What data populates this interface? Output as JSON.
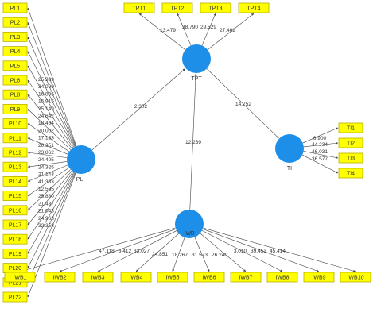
{
  "constructs": {
    "PL": {
      "label": "PL"
    },
    "TPT": {
      "label": "TPT"
    },
    "TI": {
      "label": "TI"
    },
    "IWB": {
      "label": "IWB"
    }
  },
  "structural_paths": [
    {
      "id": "pl-tpt",
      "from": "PL",
      "to": "TPT",
      "weight": "2.302"
    },
    {
      "id": "iwb-tpt",
      "from": "IWB",
      "to": "TPT",
      "weight": "12.239"
    },
    {
      "id": "tpt-ti",
      "from": "TPT",
      "to": "TI",
      "weight": "14.752"
    }
  ],
  "indicators": {
    "PL": [
      {
        "label": "PL1",
        "weight": ""
      },
      {
        "label": "PL2",
        "weight": ""
      },
      {
        "label": "PL3",
        "weight": ""
      },
      {
        "label": "PL4",
        "weight": ""
      },
      {
        "label": "PL5",
        "weight": "25.389"
      },
      {
        "label": "PL6",
        "weight": "34.099"
      },
      {
        "label": "PL8",
        "weight": "16.836"
      },
      {
        "label": "PL9",
        "weight": "15.915"
      },
      {
        "label": "PL10",
        "weight": "25.149"
      },
      {
        "label": "PL11",
        "weight": "24.642"
      },
      {
        "label": "PL12",
        "weight": "18.464"
      },
      {
        "label": "PL13",
        "weight": "20.002"
      },
      {
        "label": "PL14",
        "weight": "17.183"
      },
      {
        "label": "PL15",
        "weight": "20.351"
      },
      {
        "label": "PL16",
        "weight": "23.862"
      },
      {
        "label": "PL17",
        "weight": "24.405"
      },
      {
        "label": "PL18",
        "weight": "24.325"
      },
      {
        "label": "PL19",
        "weight": "21.143"
      },
      {
        "label": "PL20",
        "weight": "41.383"
      },
      {
        "label": "PL21",
        "weight": "12.535"
      },
      {
        "label": "PL22",
        "weight": "25.880"
      }
    ],
    "PL_extra_weights": [
      "21.437",
      "21.043",
      "24.963",
      "32.358"
    ],
    "TPT": [
      {
        "label": "TPT1",
        "weight": "13.479"
      },
      {
        "label": "TPT2",
        "weight": "38.790"
      },
      {
        "label": "TPT3",
        "weight": "29.529"
      },
      {
        "label": "TPT4",
        "weight": "27.462"
      }
    ],
    "TI": [
      {
        "label": "TI1",
        "weight": "6.900"
      },
      {
        "label": "TI2",
        "weight": "44.234"
      },
      {
        "label": "TI3",
        "weight": "46.031"
      },
      {
        "label": "TI4",
        "weight": "36.577"
      }
    ],
    "IWB": [
      {
        "label": "IWB1",
        "weight": "47.118"
      },
      {
        "label": "IWB2",
        "weight": "3.412"
      },
      {
        "label": "IWB3",
        "weight": "33.027"
      },
      {
        "label": "IWB4",
        "weight": "24.851"
      },
      {
        "label": "IWB5",
        "weight": "18.267"
      },
      {
        "label": "IWB6",
        "weight": "31.573"
      },
      {
        "label": "IWB7",
        "weight": "26.240"
      },
      {
        "label": "IWB8",
        "weight": "3.010"
      },
      {
        "label": "IWB9",
        "weight": "39.453"
      },
      {
        "label": "IWB10",
        "weight": "45.414"
      }
    ]
  },
  "colors": {
    "construct_fill": "#1e8fe8",
    "indicator_fill": "#ffff00",
    "edge": "#444444"
  }
}
